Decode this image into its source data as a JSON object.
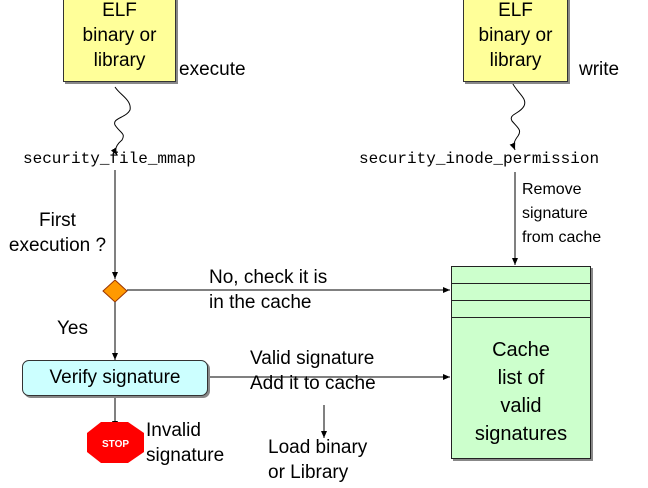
{
  "left_source": {
    "box_lines": [
      "ELF",
      "binary or",
      "library"
    ],
    "action": "execute",
    "hook": "security_file_mmap"
  },
  "right_source": {
    "box_lines": [
      "ELF",
      "binary or",
      "library"
    ],
    "action": "write",
    "hook": "security_inode_permission",
    "note_lines": [
      "Remove",
      "signature",
      "from cache"
    ]
  },
  "decision": {
    "question_lines": [
      "First",
      "execution ?"
    ],
    "no_lines": [
      "No, check it is",
      "in the cache"
    ],
    "yes_label": "Yes",
    "color": "#ff9900"
  },
  "verify": {
    "label": "Verify signature",
    "valid_lines": [
      "Valid signature",
      "Add it to cache"
    ],
    "load_lines": [
      "Load binary",
      "or Library"
    ]
  },
  "stop": {
    "sign_text": "STOP",
    "label_lines": [
      "Invalid",
      "signature"
    ],
    "color": "#ff0000"
  },
  "cache": {
    "lines": [
      "Cache",
      "list of",
      "valid",
      "signatures"
    ],
    "color": "#ccffcc"
  }
}
